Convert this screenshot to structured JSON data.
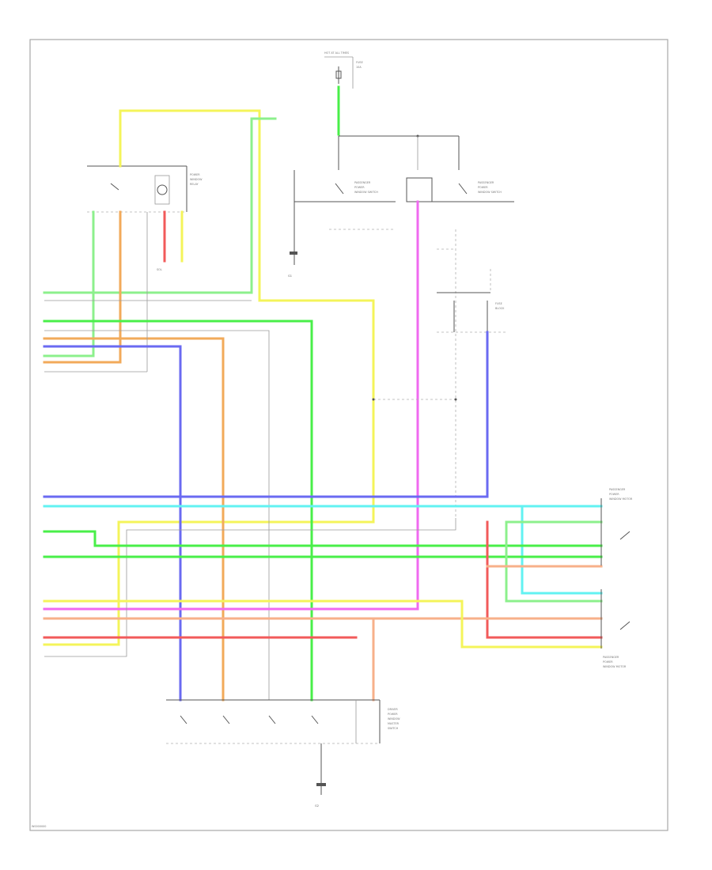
{
  "diagram": {
    "footer_code": "W0000000",
    "colors": {
      "yellow": "#f4f45a",
      "green": "#49ef49",
      "orange": "#f2aa5a",
      "violet": "#6a6af2",
      "cyan": "#62f2f2",
      "pink": "#f06af0",
      "red": "#f25a5a",
      "salmon": "#f7b08a",
      "light_green": "#8cf08c",
      "gray": "#bdbdbd",
      "frame": "#a8a8a8"
    },
    "components": [
      {
        "name": "top-fuse-block",
        "lines": [
          "HOT AT ALL TIMES",
          "FUSE",
          "10A"
        ]
      },
      {
        "name": "left-relay",
        "lines": [
          "POWER",
          "WINDOW",
          "RELAY"
        ]
      },
      {
        "name": "center-switch-left",
        "lines": [
          "PASSENGER",
          "POWER",
          "WINDOW SWITCH"
        ]
      },
      {
        "name": "center-switch-right",
        "lines": [
          "PASSENGER",
          "POWER",
          "WINDOW SWITCH"
        ]
      },
      {
        "name": "right-fuse-block",
        "lines": [
          "FUSE",
          "BLOCK"
        ]
      },
      {
        "name": "right-connector-top",
        "lines": [
          "PASSENGER",
          "POWER",
          "WINDOW MOTOR"
        ]
      },
      {
        "name": "right-connector-bottom",
        "lines": [
          "PASSENGER",
          "POWER",
          "WINDOW MOTOR"
        ]
      },
      {
        "name": "bottom-switch-bank",
        "lines": [
          "DRIVER",
          "POWER",
          "WINDOW",
          "MASTER",
          "SWITCH"
        ]
      }
    ],
    "grounds": [
      "G1",
      "G2"
    ]
  }
}
